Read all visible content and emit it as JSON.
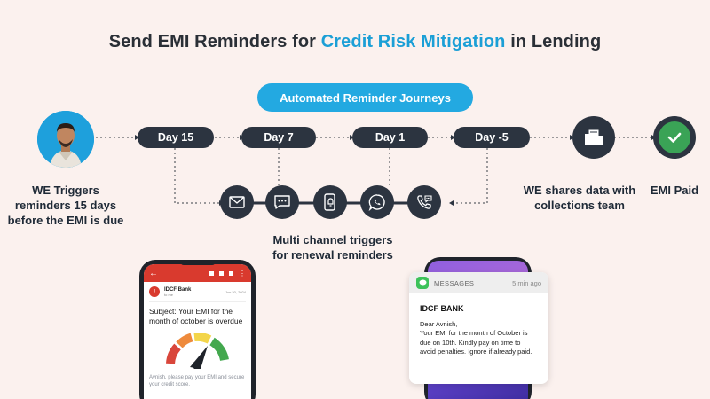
{
  "title": {
    "part1": "Send EMI Reminders for",
    "highlight": "Credit Risk Mitigation",
    "part2": "in Lending"
  },
  "journey_label": "Automated Reminder Journeys",
  "days": [
    "Day 15",
    "Day 7",
    "Day 1",
    "Day -5"
  ],
  "left_caption": [
    "WE Triggers",
    "reminders 15 days",
    "before the EMI is due"
  ],
  "right_caption_share": [
    "WE shares data with",
    "collections team"
  ],
  "right_caption_paid": "EMI Paid",
  "channels_caption": [
    "Multi channel triggers",
    "for renewal reminders"
  ],
  "channel_icons": [
    "email-icon",
    "chat-icon",
    "push-notification-icon",
    "whatsapp-icon",
    "call-icon"
  ],
  "email_phone": {
    "sender": "IDCF Bank",
    "time": "Jun 20, 2024",
    "subject": "Subject: Your EMI for the month of october is overdue",
    "body": "Avnish, please pay your EMI and secure your credit score."
  },
  "sms_phone": {
    "app": "MESSAGES",
    "time": "5 min ago",
    "sender": "IDCF BANK",
    "greeting": "Dear Avnish,",
    "body": "Your EMI for the month of October is due on 10th. Kindly pay on time to avoid penalties. Ignore if already paid."
  },
  "colors": {
    "background": "#fbf1ee",
    "accent": "#23a9e1",
    "dark": "#2c3440",
    "success": "#3aa356",
    "mail_red": "#d93a2e"
  }
}
